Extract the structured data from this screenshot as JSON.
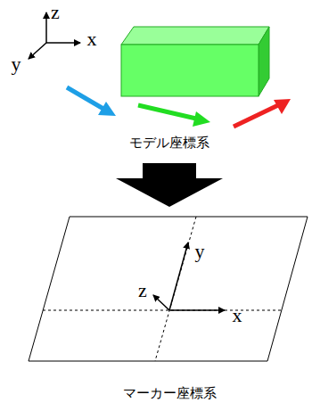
{
  "diagram": {
    "labels": [
      "z",
      "x",
      "y",
      "モデル座標系",
      "y",
      "z",
      "x",
      "マーカー座標系"
    ]
  }
}
